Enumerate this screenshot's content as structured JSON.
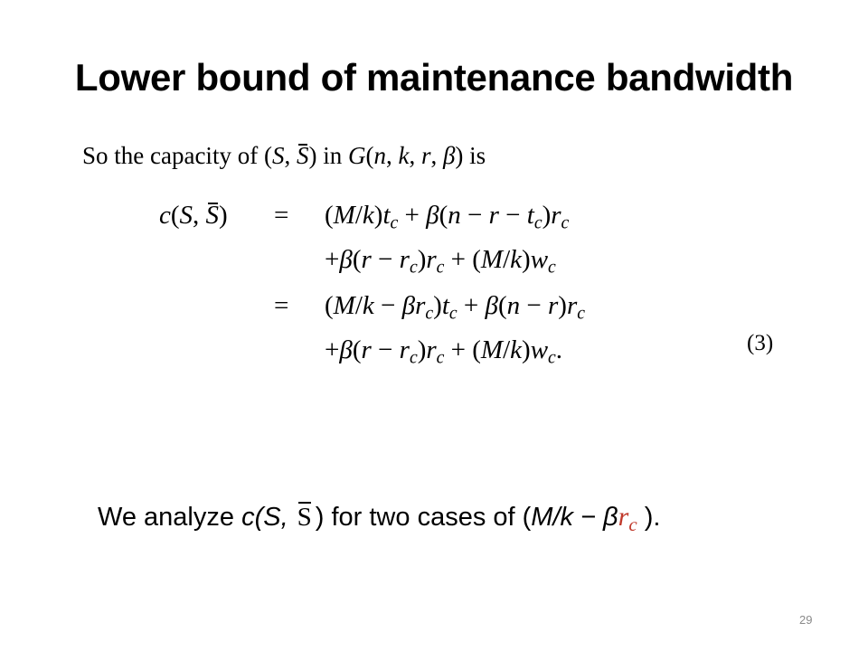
{
  "slide": {
    "title": "Lower bound of maintenance bandwidth",
    "page_number": "29"
  },
  "intro": {
    "text_before": "So the capacity of",
    "text_in": "in",
    "text_is": "is",
    "cut": "(S, S)",
    "graph": "G(n, k, r, β)"
  },
  "equation": {
    "lhs": "c(S, S)",
    "eq_sign_1": "=",
    "line_1": "(M/k)t_c + β(n − r − t_c)r_c",
    "line_2": "+β(r − r_c)r_c + (M/k)w_c",
    "eq_sign_2": "=",
    "line_3": "(M/k − βr_c)t_c + β(n − r)r_c",
    "line_4": "+β(r − r_c)r_c + (M/k)w_c.",
    "number": "(3)"
  },
  "analysis": {
    "prefix": "We analyze",
    "c_open": "c(S,",
    "s_bar": "S",
    "middle": ") for two cases of (",
    "mk": "M/k − β",
    "rc": "r",
    "rc_sub": "c",
    "suffix": ")."
  }
}
